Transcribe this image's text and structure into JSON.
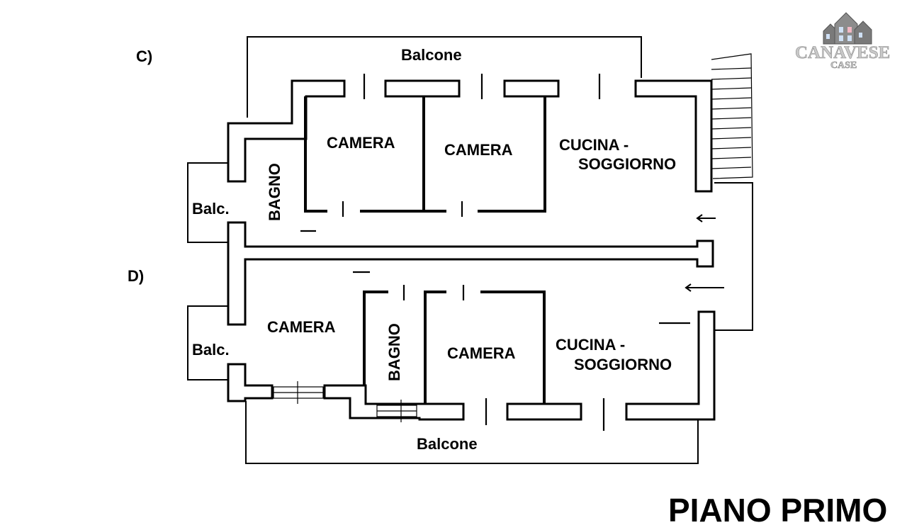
{
  "logo": {
    "name": "CANAVESE",
    "sub": "CASE"
  },
  "plan_title": "PIANO PRIMO",
  "units": {
    "c": {
      "label": "C)",
      "balcone": "Balcone",
      "balc": "Balc.",
      "bagno": "BAGNO",
      "camera1": "CAMERA",
      "camera2": "CAMERA",
      "cucina_line1": "CUCINA -",
      "cucina_line2": "SOGGIORNO"
    },
    "d": {
      "label": "D)",
      "balcone": "Balcone",
      "balc": "Balc.",
      "bagno": "BAGNO",
      "camera1": "CAMERA",
      "camera2": "CAMERA",
      "cucina_line1": "CUCINA -",
      "cucina_line2": "SOGGIORNO"
    }
  }
}
